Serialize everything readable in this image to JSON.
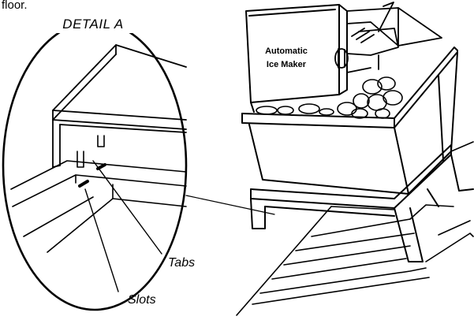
{
  "caption_fragment": "floor.",
  "detail_label": "DETAIL A",
  "ice_maker_label_line1": "Automatic",
  "ice_maker_label_line2": "Ice Maker",
  "callouts": {
    "tabs": "Tabs",
    "slots": "Slots"
  },
  "colors": {
    "ink": "#000000",
    "paper": "#ffffff"
  }
}
